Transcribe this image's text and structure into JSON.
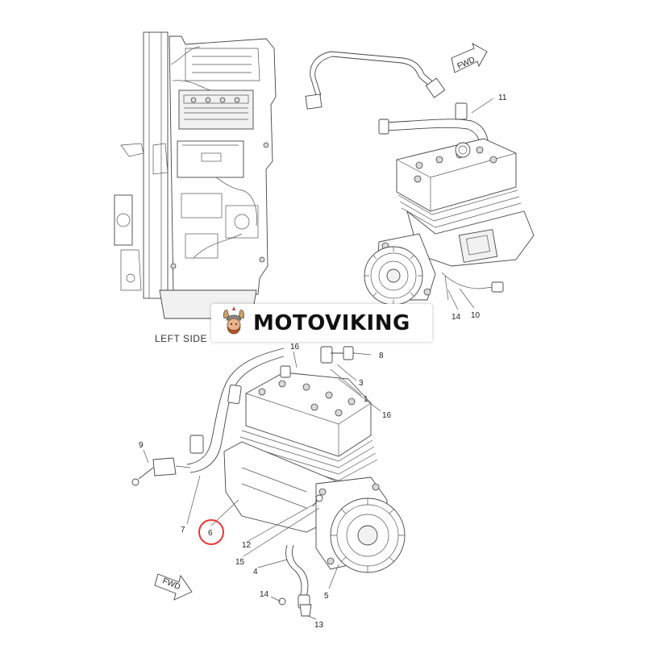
{
  "brand": {
    "name": "MOTOVIKING",
    "mascot_icon": "viking-head-icon",
    "accent_color": "#c0392b"
  },
  "views": {
    "left_side_label": "LEFT SIDE",
    "fwd_top": "FWD",
    "fwd_bottom": "FWD"
  },
  "callouts": {
    "c1": "1",
    "c3": "3",
    "c4": "4",
    "c5": "5",
    "c6": "6",
    "c7": "7",
    "c8": "8",
    "c9": "9",
    "c10": "10",
    "c11": "11",
    "c12": "12",
    "c13": "13",
    "c14a": "14",
    "c14b": "14",
    "c15": "15",
    "c16a": "16",
    "c16b": "16"
  },
  "highlight": {
    "color": "#e53935",
    "callout": "6"
  }
}
